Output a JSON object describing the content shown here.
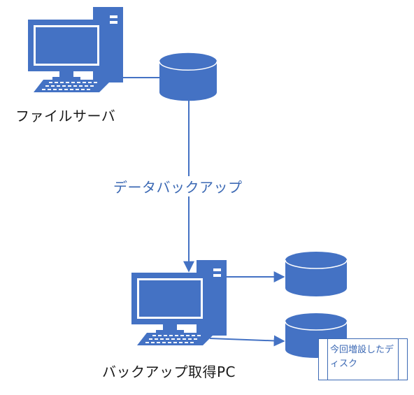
{
  "nodes": {
    "file_server": {
      "label": "ファイルサーバ"
    },
    "backup_pc": {
      "label": "バックアップ取得PC"
    }
  },
  "edges": {
    "backup_flow": {
      "label": "データバックアップ"
    }
  },
  "note": {
    "text": "今回増設したディスク"
  },
  "colors": {
    "accent": "#4472c4",
    "line": "#4472c4",
    "text": "#1a1a1a",
    "edge_label": "#3c69b4"
  }
}
